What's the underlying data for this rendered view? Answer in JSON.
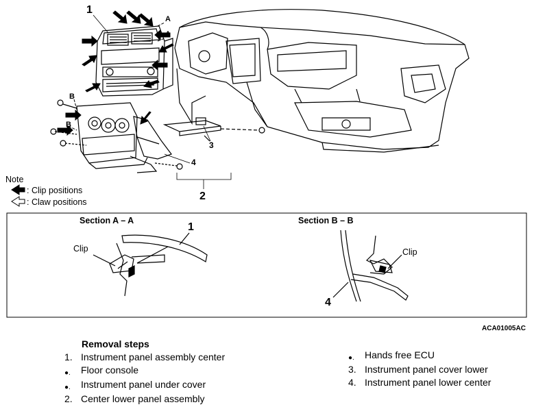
{
  "callouts": {
    "c1": "1",
    "c2": "2",
    "c3": "3",
    "c4": "4"
  },
  "section_letters": {
    "a": "A",
    "b": "B"
  },
  "note": {
    "title": "Note",
    "clip": ": Clip positions",
    "claw": ": Claw positions"
  },
  "sections": {
    "aa_title": "Section A – A",
    "bb_title": "Section B – B",
    "clip_label": "Clip",
    "aa_callout": "1",
    "bb_callout": "4"
  },
  "figure_code": "ACA01005AC",
  "removal": {
    "title": "Removal steps",
    "left": [
      {
        "marker": "1.",
        "text": "Instrument panel assembly center"
      },
      {
        "marker": "●.",
        "text": "Floor console"
      },
      {
        "marker": "●.",
        "text": "Instrument panel under cover"
      },
      {
        "marker": "2.",
        "text": "Center lower panel assembly"
      }
    ],
    "right": [
      {
        "marker": "●.",
        "text": "Hands free ECU"
      },
      {
        "marker": "3.",
        "text": "Instrument panel cover lower"
      },
      {
        "marker": "4.",
        "text": "Instrument panel lower center"
      }
    ]
  }
}
